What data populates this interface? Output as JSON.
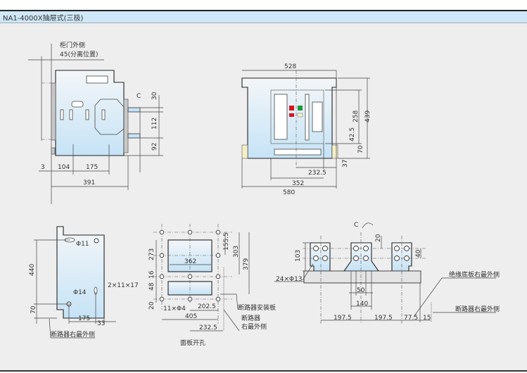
{
  "header": {
    "title": "NA1-4000X抽屉式(三极)"
  },
  "side_view": {
    "door_label": "柜门外侧",
    "offset_label": "45(分离位置)",
    "c": "C",
    "d30": "30",
    "d112": "112",
    "d92": "92",
    "d3": "3",
    "d104": "104",
    "d175": "175",
    "d391": "391"
  },
  "front_view": {
    "d528": "528",
    "d439": "439",
    "d258": "258",
    "d42_5": "42.5",
    "d70": "70",
    "d37": "37",
    "d232_5": "232.5",
    "d352": "352",
    "d580": "580",
    "indicator_colors": [
      "#d8141c",
      "#1a9a3a",
      "#d8141c",
      "#f5f2d0"
    ]
  },
  "mount_plate": {
    "d440": "440",
    "d70": "70",
    "phi11": "Φ11",
    "phi14": "Φ14",
    "slot": "2×11×17",
    "d175": "175",
    "d33": "33",
    "right_side": "断路器右最外侧"
  },
  "panel_cutout": {
    "d273": "273",
    "d16": "16",
    "d48": "48",
    "d20": "20",
    "d362": "362",
    "d155_5": "155.5",
    "d303": "303",
    "d379": "379",
    "holes": "11×Φ4",
    "d202_5": "202.5",
    "d405": "405",
    "d232_5": "232.5",
    "caption": "面板开孔",
    "mount_board": "断路器安装板",
    "right_1": "断路器",
    "right_2": "右最外侧"
  },
  "terminal_view": {
    "c": "C",
    "d20": "20",
    "d103": "103",
    "d40": "40",
    "holes": "24×Φ13",
    "d50": "50",
    "d140": "140",
    "d197_5a": "197.5",
    "d197_5b": "197.5",
    "d77_5": "77.5",
    "d15": "15",
    "base_right": "绝缘底板右最外侧",
    "breaker_right": "断路器右最外侧"
  }
}
